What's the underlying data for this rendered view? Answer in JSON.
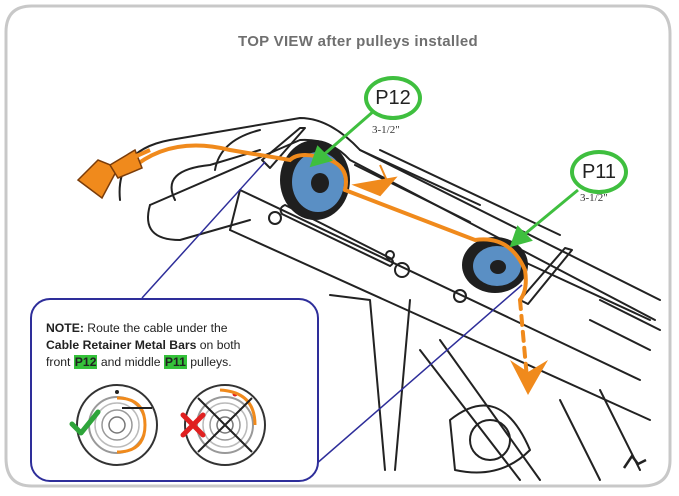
{
  "title": "TOP VIEW after pulleys installed",
  "callouts": [
    {
      "label": "P12",
      "size": "3-1/2\""
    },
    {
      "label": "P11",
      "size": "3-1/2\""
    }
  ],
  "note": {
    "prefix": "NOTE:",
    "line1_rest": " Route the cable under the",
    "bold_phrase": "Cable Retainer Metal Bars",
    "line2_rest": " on both",
    "line3_start": "front ",
    "p12": "P12",
    "and_middle": " and middle ",
    "p11": "P11",
    "suffix": " pulleys."
  },
  "icons": [
    "correct-routing-check-icon",
    "incorrect-routing-x-icon"
  ],
  "colors": {
    "cable": "#f08a1c",
    "callout_green": "#3fbf3f",
    "note_border": "#2e2e9a",
    "pulley_blue": "#5a8fc4",
    "check_green": "#2ea43a",
    "x_red": "#e02020"
  }
}
